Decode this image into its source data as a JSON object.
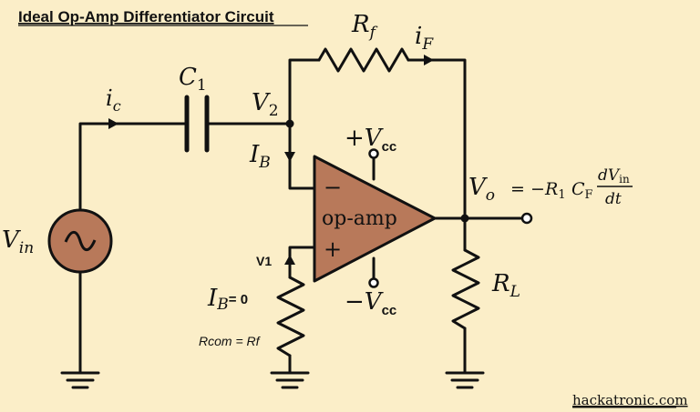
{
  "title": "Ideal Op-Amp Differentiator Circuit",
  "watermark": "hackatronic.com",
  "colors": {
    "background": "#fbeec8",
    "wire": "#111111",
    "component_fill": "#b8795a"
  },
  "labels": {
    "rf": "R",
    "rf_sub": "f",
    "if": "i",
    "if_sub": "F",
    "c1": "C",
    "c1_sub": "1",
    "ic": "i",
    "ic_sub": "c",
    "v2": "V",
    "v2_sub": "2",
    "ib": "I",
    "ib_sub": "B",
    "vcc_pos": "+V",
    "vcc_pos_sub": "cc",
    "vcc_neg": "−V",
    "vcc_neg_sub": "cc",
    "opamp": "op-amp",
    "minus": "−",
    "plus": "+",
    "vin": "V",
    "vin_sub": "in",
    "v1": "V1",
    "ib0": "I",
    "ib0_sub": "B",
    "ib0_value": "= 0",
    "rcom": "Rcom = Rf",
    "rl": "R",
    "rl_sub": "L",
    "vo": "V",
    "vo_sub": "o",
    "eq_lhs": "= −",
    "eq_r": "R",
    "eq_r_sub": "1",
    "eq_c": "C",
    "eq_c_sub": "F",
    "eq_num": "dV",
    "eq_num_sub": "in",
    "eq_den": "dt"
  }
}
